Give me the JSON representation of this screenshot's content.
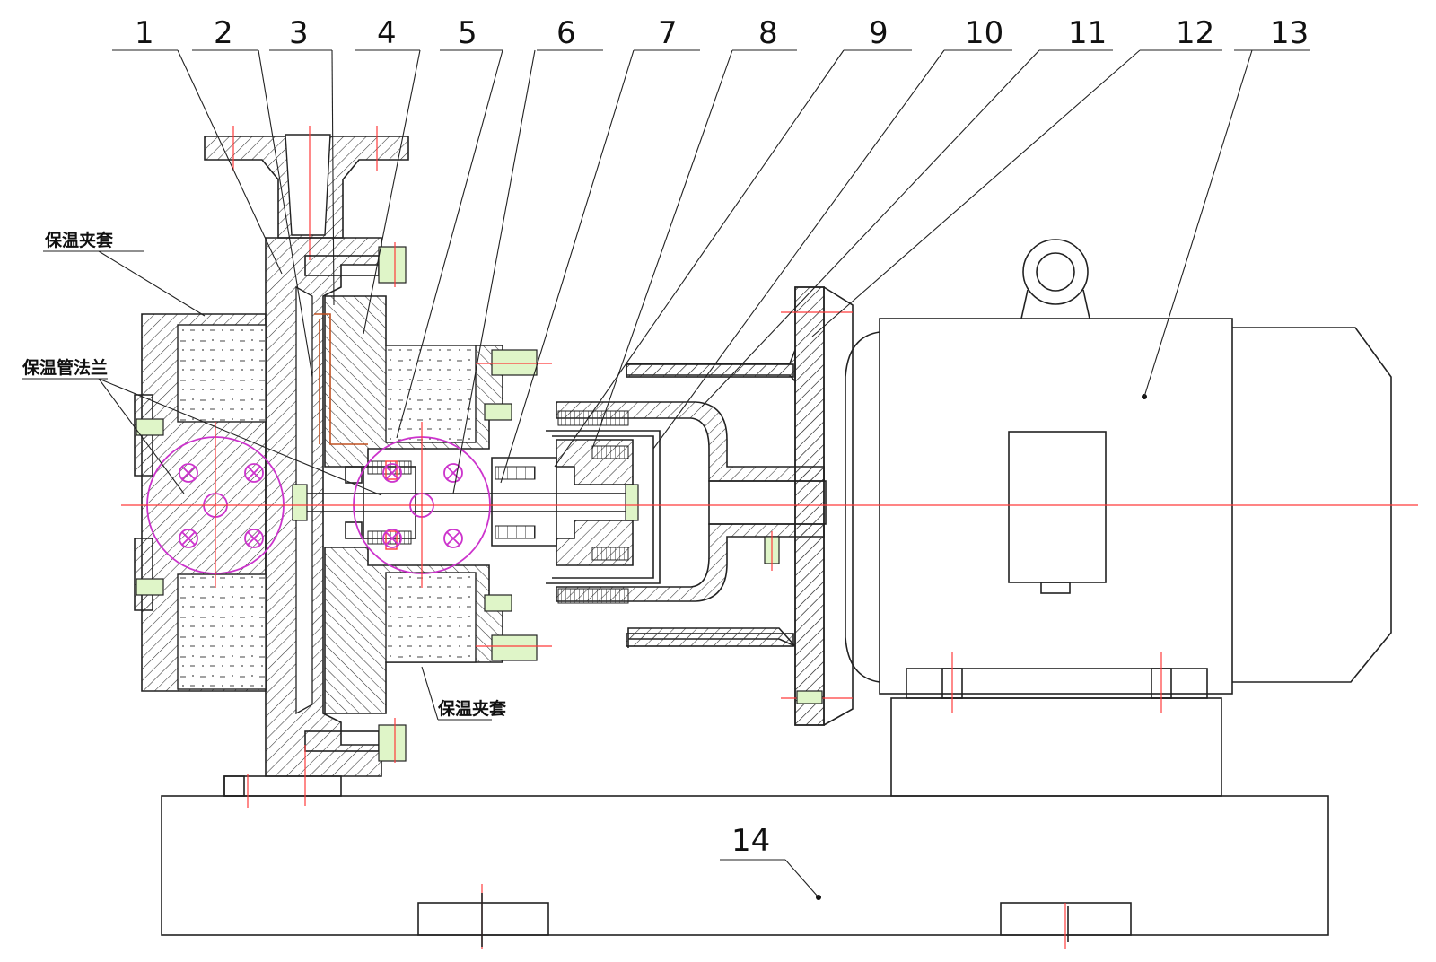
{
  "labels": {
    "part_1": "1",
    "part_2": "2",
    "part_3": "3",
    "part_4": "4",
    "part_5": "5",
    "part_6": "6",
    "part_7": "7",
    "part_8": "8",
    "part_9": "9",
    "part_10": "10",
    "part_11": "11",
    "part_12": "12",
    "part_13": "13",
    "part_14": "14",
    "jacket_top": "保温夹套",
    "flange": "保温管法兰",
    "jacket_bottom": "保温夹套"
  },
  "colors": {
    "line": "#222222",
    "centerline": "#ff3b3b",
    "magenta": "#cc33cc",
    "green": "#dff5c8"
  }
}
